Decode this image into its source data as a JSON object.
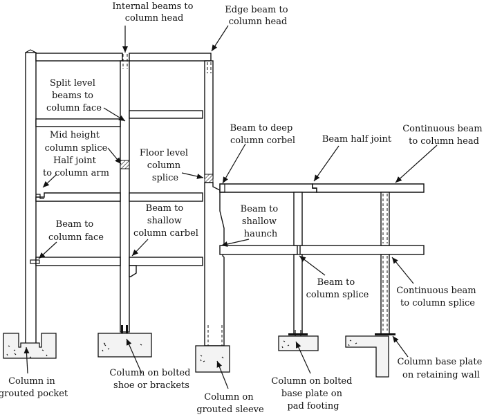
{
  "labels": {
    "internal_beams": [
      "Internal beams to",
      "column head"
    ],
    "edge_beam": [
      "Edge beam to",
      "column head"
    ],
    "split_level": [
      "Split level",
      "beams to",
      "column face"
    ],
    "mid_height_splice": [
      "Mid height",
      "column splice"
    ],
    "half_joint_arm": [
      "Half joint",
      "to column arm"
    ],
    "floor_level_splice": [
      "Floor level",
      "column",
      "splice"
    ],
    "beam_deep_corbel": [
      "Beam to deep",
      "column corbel"
    ],
    "beam_half_joint": [
      "Beam half joint"
    ],
    "continuous_beam_head": [
      "Continuous beam",
      "to column head"
    ],
    "beam_shallow_carbel": [
      "Beam to",
      "shallow",
      "column carbel"
    ],
    "beam_shallow_haunch": [
      "Beam to",
      "shallow",
      "haunch"
    ],
    "beam_column_face": [
      "Beam to",
      "column face"
    ],
    "beam_column_splice": [
      "Beam to",
      "column splice"
    ],
    "continuous_beam_splice": [
      "Continuous beam",
      "to column splice"
    ],
    "grouted_pocket": [
      "Column in",
      "grouted pocket"
    ],
    "bolted_shoe": [
      "Column on bolted",
      "shoe or brackets"
    ],
    "grouted_sleeve": [
      "Column on",
      "grouted sleeve"
    ],
    "bolted_base_plate": [
      "Column on bolted",
      "base plate on",
      "pad footing"
    ],
    "base_plate_wall": [
      "Column base plate",
      "on retaining wall"
    ]
  }
}
